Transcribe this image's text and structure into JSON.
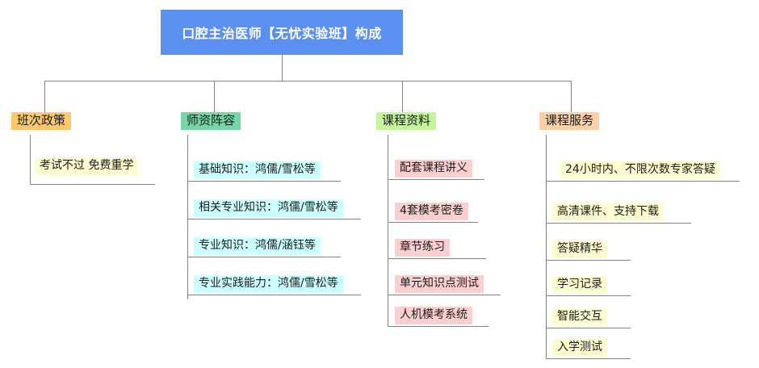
{
  "diagram": {
    "type": "mindmap",
    "title": "口腔主治医师【无忧实验班】构成",
    "root": {
      "label": "口腔主治医师【无忧实验班】构成",
      "color": "#5b8ff0",
      "text_color": "#ffffff"
    },
    "branches": [
      {
        "label": "班次政策",
        "color": "#fbc96a",
        "leaf_color": "#fdfbd0",
        "items": [
          {
            "label": "考试不过 免费重学"
          }
        ]
      },
      {
        "label": "师资阵容",
        "color": "#74d6a4",
        "leaf_color": "#ccffff",
        "items": [
          {
            "label": "基础知识：鸿儒/雪松等"
          },
          {
            "label": "相关专业知识：鸿儒/雪松等"
          },
          {
            "label": "专业知识：鸿儒/涵钰等"
          },
          {
            "label": "专业实践能力：鸿儒/雪松等"
          }
        ]
      },
      {
        "label": "课程资料",
        "color": "#c4f59a",
        "leaf_color": "#fbcfcf",
        "items": [
          {
            "label": "配套课程讲义"
          },
          {
            "label": "4套模考密卷"
          },
          {
            "label": "章节练习"
          },
          {
            "label": "单元知识点测试"
          },
          {
            "label": "人机模考系统"
          }
        ]
      },
      {
        "label": "课程服务",
        "color": "#fbd0a5",
        "leaf_color": "#fdfbd0",
        "items": [
          {
            "label": "24小时内、不限次数专家答疑"
          },
          {
            "label": "高清课件、支持下载"
          },
          {
            "label": "答疑精华"
          },
          {
            "label": "学习记录"
          },
          {
            "label": "智能交互"
          },
          {
            "label": "入学测试"
          }
        ]
      }
    ],
    "connector_color": "#808080"
  }
}
